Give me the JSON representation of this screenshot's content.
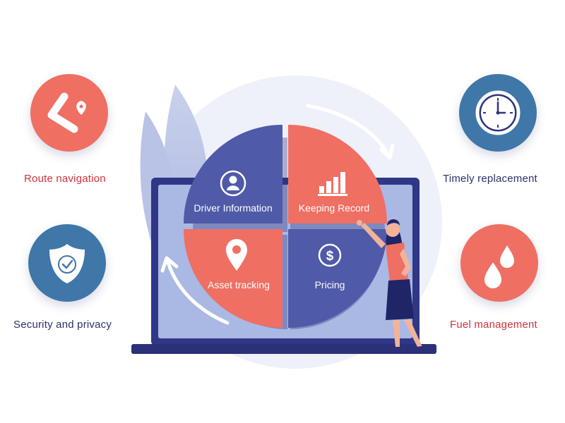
{
  "features": {
    "route_navigation": "Route navigation",
    "security_privacy": "Security and privacy",
    "timely_replacement": "Timely replacement",
    "fuel_management": "Fuel management"
  },
  "quadrants": {
    "driver_information": "Driver Information",
    "keeping_record": "Keeping Record",
    "asset_tracking": "Asset tracking",
    "pricing": "Pricing"
  },
  "icons": {
    "route": "route-icon",
    "security": "shield-check-icon",
    "timely": "clock-icon",
    "fuel": "fuel-drops-icon",
    "driver": "user-icon",
    "record": "bar-chart-icon",
    "asset": "location-pin-icon",
    "pricing": "dollar-icon"
  },
  "colors": {
    "coral": "#ef6f63",
    "blue": "#4f5aa8",
    "navy": "#2e3580",
    "label_red": "#d0313c",
    "label_navy": "#2a3068"
  }
}
